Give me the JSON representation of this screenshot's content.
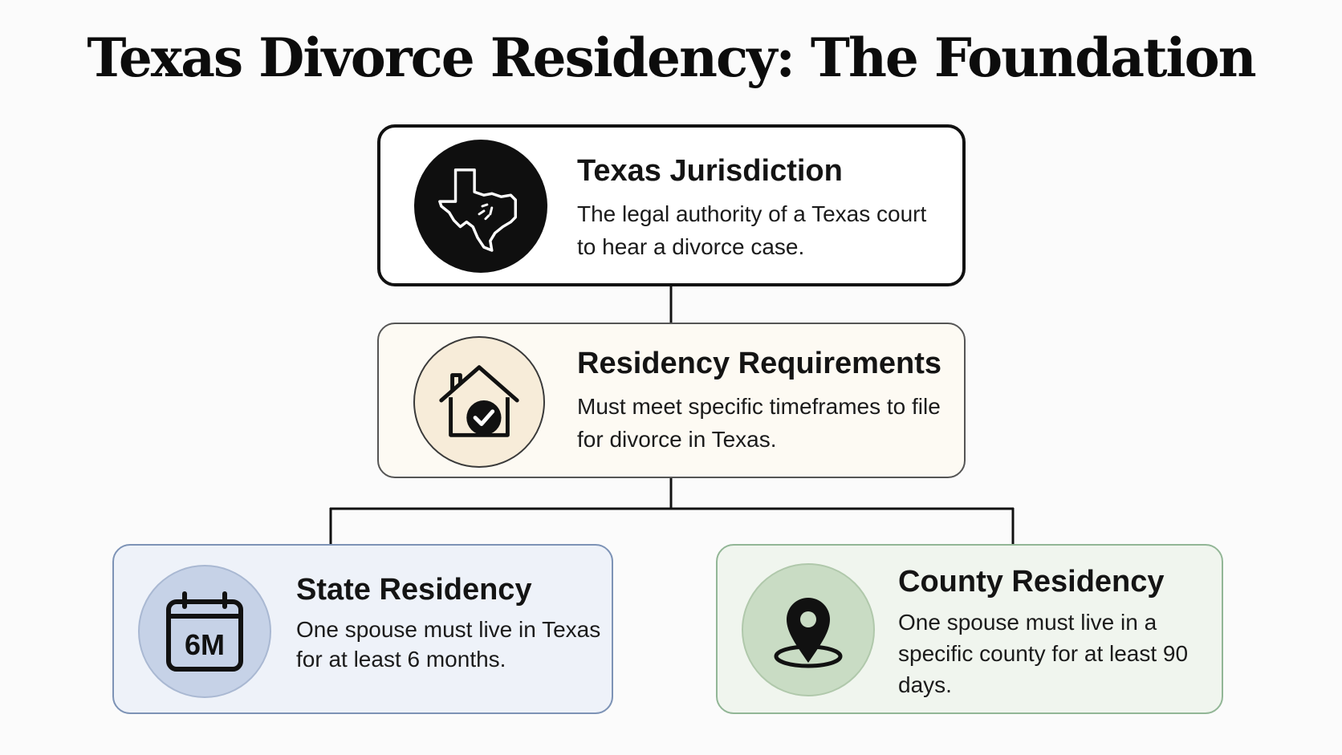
{
  "title": "Texas Divorce Residency: The Foundation",
  "cards": {
    "jurisdiction": {
      "icon": "texas-map-icon",
      "title": "Texas Jurisdiction",
      "description": "The legal authority of a Texas court to hear a divorce case."
    },
    "residency": {
      "icon": "house-check-icon",
      "title": "Residency Requirements",
      "description": "Must meet specific timeframes to file for divorce in Texas."
    },
    "state": {
      "icon": "calendar-icon",
      "icon_text": "6M",
      "title": "State Residency",
      "description": "One spouse must live in Texas for at least 6 months."
    },
    "county": {
      "icon": "map-pin-icon",
      "title": "County Residency",
      "description": "One spouse must live in a specific county for at least 90 days."
    }
  },
  "colors": {
    "jurisdiction_icon_bg": "#0f0f0f",
    "residency_card_bg": "#fdfaf3",
    "residency_icon_bg": "#f7ecd9",
    "state_card_bg": "#eef2f9",
    "state_border": "#7d93b6",
    "state_icon_bg": "#c6d2e7",
    "county_card_bg": "#f0f5ee",
    "county_border": "#92b696",
    "county_icon_bg": "#c9dcc4"
  }
}
